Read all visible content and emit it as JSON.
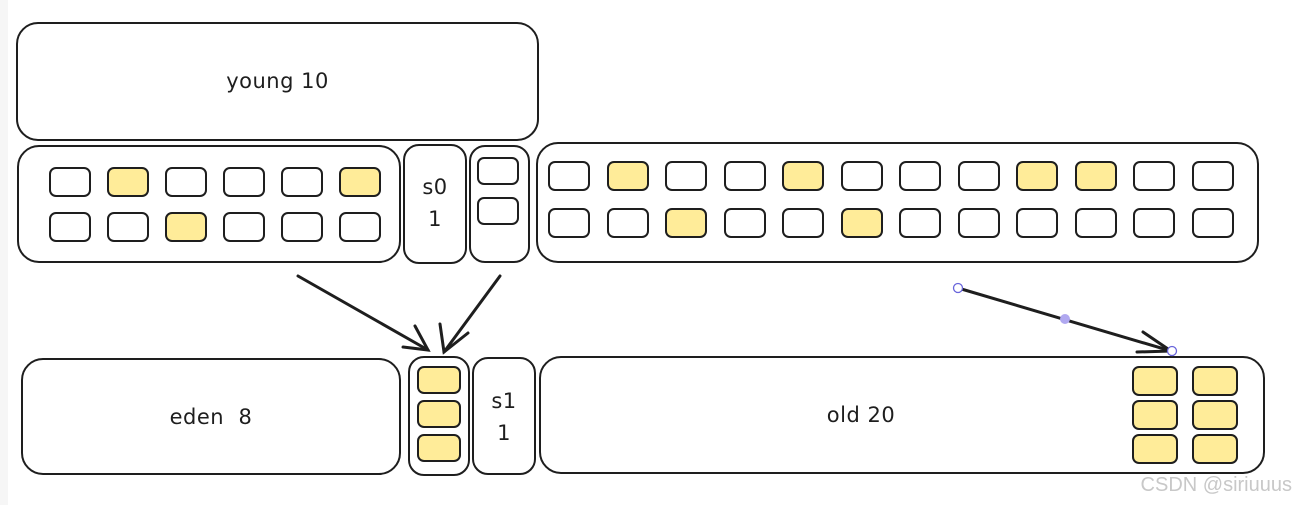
{
  "diagram": {
    "top": {
      "young_label": "young 10",
      "s0_label": "s0",
      "s0_size": "1",
      "eden_cells": {
        "rows": [
          [
            false,
            true,
            false,
            false,
            false,
            true
          ],
          [
            false,
            false,
            true,
            false,
            false,
            false
          ]
        ]
      },
      "survivor_cells": [
        false,
        false
      ],
      "old_cells": {
        "rows": [
          [
            false,
            true,
            false,
            false,
            true,
            false,
            false,
            false,
            true,
            true,
            false,
            false
          ],
          [
            false,
            false,
            true,
            false,
            false,
            true,
            false,
            false,
            false,
            false,
            false,
            false
          ]
        ]
      }
    },
    "bottom": {
      "eden_label": "eden  8",
      "s1_label": "s1",
      "s1_size": "1",
      "survivor_cells": [
        true,
        true,
        true
      ],
      "old_label": "old 20",
      "old_cells": [
        [
          true,
          true
        ],
        [
          true,
          true
        ],
        [
          true,
          true
        ]
      ]
    },
    "colors": {
      "stroke": "#1e1e1e",
      "filled": "#ffec99",
      "empty": "#ffffff",
      "selection": "#6965db"
    }
  },
  "watermark": "CSDN @siriuuus"
}
